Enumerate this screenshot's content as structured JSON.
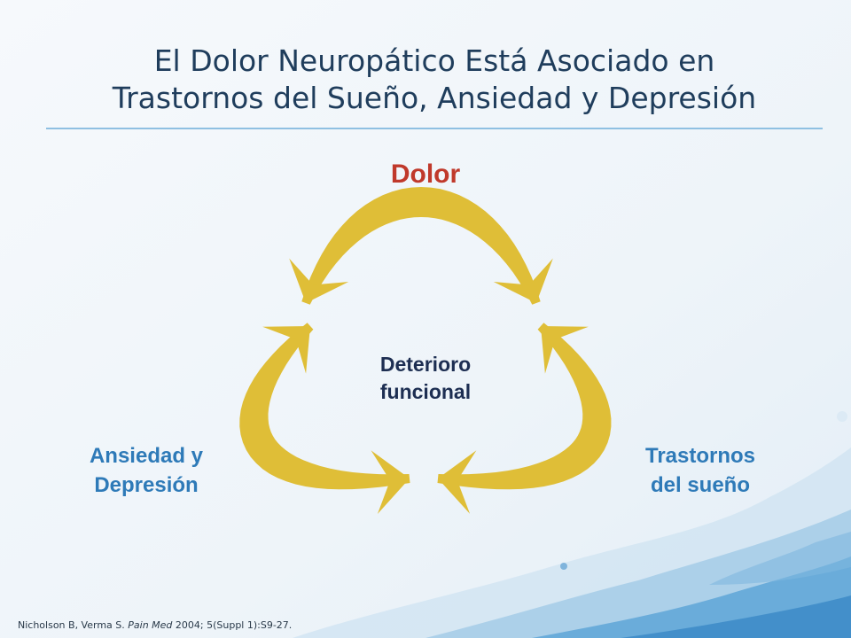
{
  "slide": {
    "title_lines": [
      "El Dolor Neuropático Está Asociado en",
      "Trastornos del Sueño, Ansiedad y Depresión"
    ]
  },
  "diagram": {
    "top_node": "Dolor",
    "center_lines": [
      "Deterioro",
      "funcional"
    ],
    "left_lines": [
      "Ansiedad y",
      "Depresión"
    ],
    "right_lines": [
      "Trastornos",
      "del sueño"
    ],
    "colors": {
      "arrow": "#dfbe37",
      "top_label": "#c0392b",
      "side_labels": "#2e7ab8",
      "center_label": "#1d2e52",
      "title": "#1f3d5c"
    }
  },
  "citation": {
    "authors": "Nicholson B, Verma S.",
    "journal": "Pain Med",
    "details": "2004; 5(Suppl 1):S9-27."
  }
}
